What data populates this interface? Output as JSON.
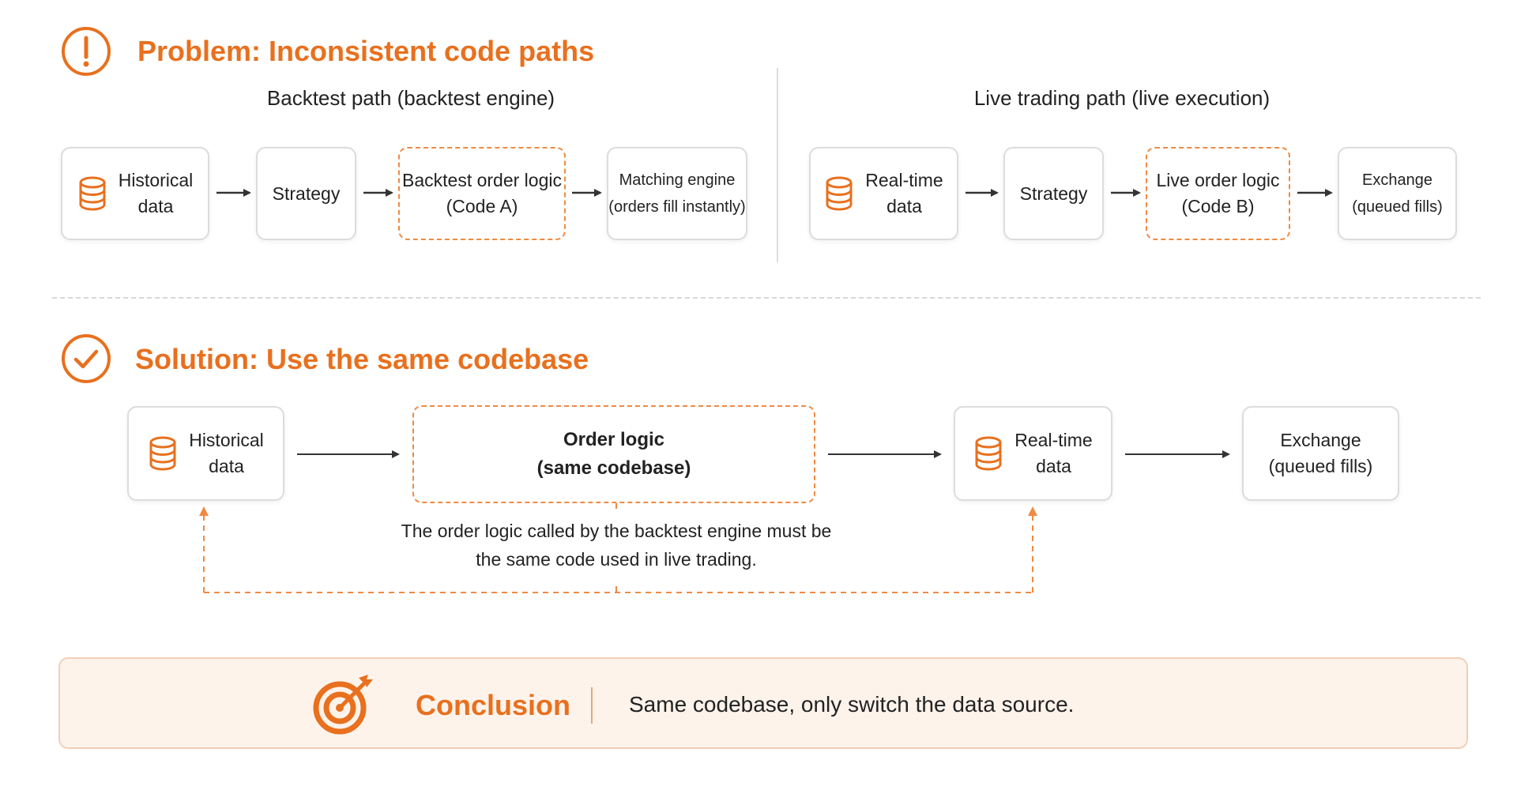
{
  "problem": {
    "title": "Problem: Inconsistent code paths",
    "backtest_path": {
      "title": "Backtest path (backtest engine)",
      "nodes": [
        {
          "line1": "Historical",
          "line2": "data"
        },
        {
          "line1": "Strategy"
        },
        {
          "line1": "Backtest order logic",
          "line2": "(Code A)"
        },
        {
          "line1": "Matching engine",
          "line2": "(orders fill instantly)"
        }
      ]
    },
    "live_path": {
      "title": "Live trading path (live execution)",
      "nodes": [
        {
          "line1": "Real-time",
          "line2": "data"
        },
        {
          "line1": "Strategy"
        },
        {
          "line1": "Live order logic",
          "line2": "(Code B)"
        },
        {
          "line1": "Exchange",
          "line2": "(queued fills)"
        }
      ]
    }
  },
  "solution": {
    "title": "Solution: Use the same codebase",
    "nodes": [
      {
        "line1": "Historical",
        "line2": "data"
      },
      {
        "line1": "Order logic",
        "line2": "(same codebase)"
      },
      {
        "line1": "Real-time",
        "line2": "data"
      },
      {
        "line1": "Exchange",
        "line2": "(queued fills)"
      }
    ],
    "note": {
      "line1": "The order logic called by the backtest engine must be",
      "line2": "the same code used in live trading."
    }
  },
  "conclusion": {
    "label": "Conclusion",
    "text": "Same codebase, only switch the data source."
  },
  "colors": {
    "accent": "#e8701e",
    "dashed_border": "#ef8a43",
    "conclusion_bg": "#fdf3eb"
  },
  "icons": [
    "exclamation-circle-icon",
    "check-circle-icon",
    "database-icon",
    "target-arrow-icon"
  ]
}
